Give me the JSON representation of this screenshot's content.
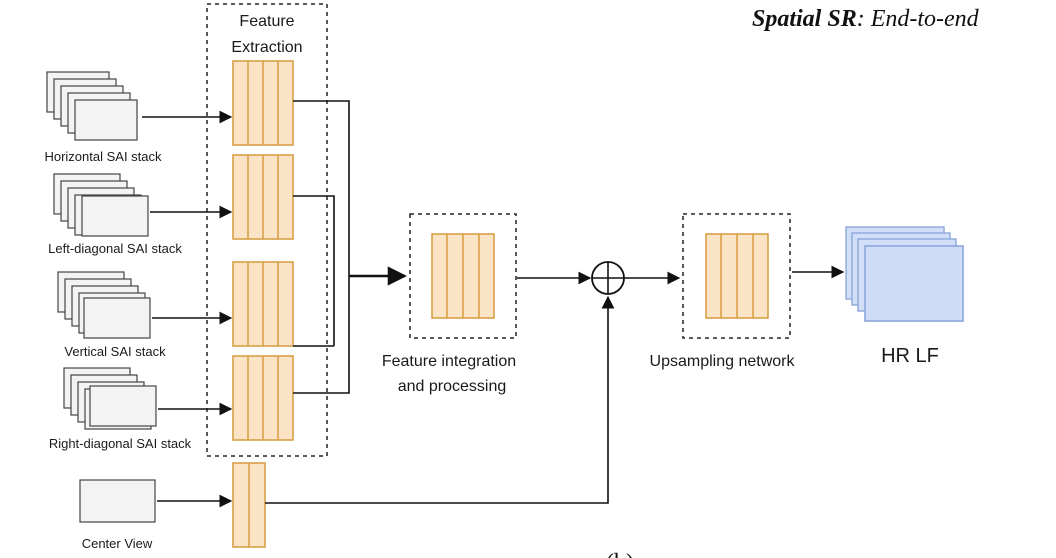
{
  "title": {
    "bold": "Spatial SR",
    "rest": ": End-to-end"
  },
  "feature_extraction": {
    "line1": "Feature",
    "line2": "Extraction"
  },
  "inputs": [
    {
      "label": "Horizontal SAI stack"
    },
    {
      "label": "Left-diagonal SAI stack"
    },
    {
      "label": "Vertical SAI stack"
    },
    {
      "label": "Right-diagonal SAI stack"
    },
    {
      "label": "Center View"
    }
  ],
  "integration": {
    "line1": "Feature integration",
    "line2": "and processing"
  },
  "upsampling": {
    "label": "Upsampling network"
  },
  "output": {
    "label": "HR LF"
  },
  "subfigure_label": "(b)",
  "colors": {
    "feature_block_fill": "#fbe3c6",
    "feature_block_stroke": "#d8a048",
    "output_fill": "#d2def7",
    "output_stroke": "#8ba7dc"
  }
}
